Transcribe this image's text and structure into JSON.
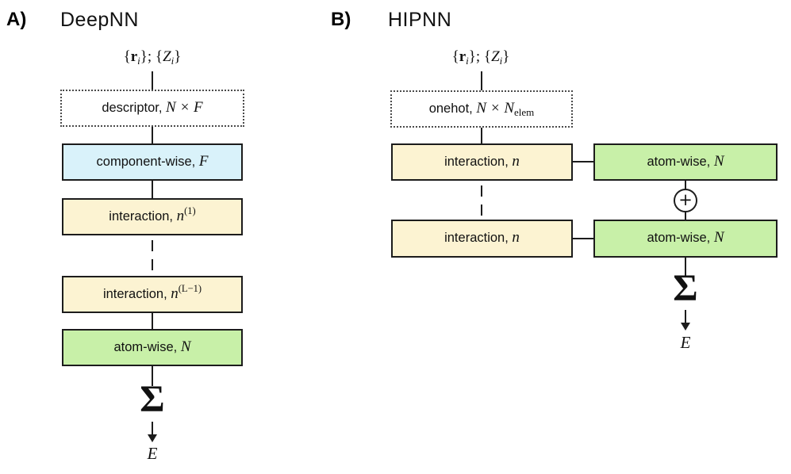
{
  "colors": {
    "box_border": "#1c1c1c",
    "line": "#1c1c1c",
    "text": "#111111",
    "blue_fill": "#d9f2fa",
    "yellow_fill": "#fcf3d2",
    "green_fill": "#c8f0a8",
    "dashed_fill": "#ffffff"
  },
  "input_label": {
    "open": "{",
    "r": "r",
    "r_sub": "i",
    "mid": "}; {",
    "z": "Z",
    "z_sub": "i",
    "close": "}"
  },
  "symbols": {
    "sum": "Σ",
    "plus": "+",
    "output": "E"
  },
  "panel_a": {
    "tag": "A)",
    "title": "DeepNN",
    "boxes": {
      "descriptor": {
        "label": "descriptor,",
        "math": "N × F"
      },
      "component": {
        "label": "component-wise,",
        "math": "F"
      },
      "interaction1": {
        "label": "interaction,",
        "math": "n",
        "sup": "(1)"
      },
      "interaction2": {
        "label": "interaction,",
        "math": "n",
        "sup": "(L−1)"
      },
      "atomwise": {
        "label": "atom-wise,",
        "math": "N"
      }
    }
  },
  "panel_b": {
    "tag": "B)",
    "title": "HIPNN",
    "boxes": {
      "onehot": {
        "label": "onehot,",
        "math": "N × N",
        "sub": "elem"
      },
      "interaction1": {
        "label": "interaction,",
        "math": "n"
      },
      "atomwise1": {
        "label": "atom-wise,",
        "math": "N"
      },
      "interaction2": {
        "label": "interaction,",
        "math": "n"
      },
      "atomwise2": {
        "label": "atom-wise,",
        "math": "N"
      }
    }
  }
}
